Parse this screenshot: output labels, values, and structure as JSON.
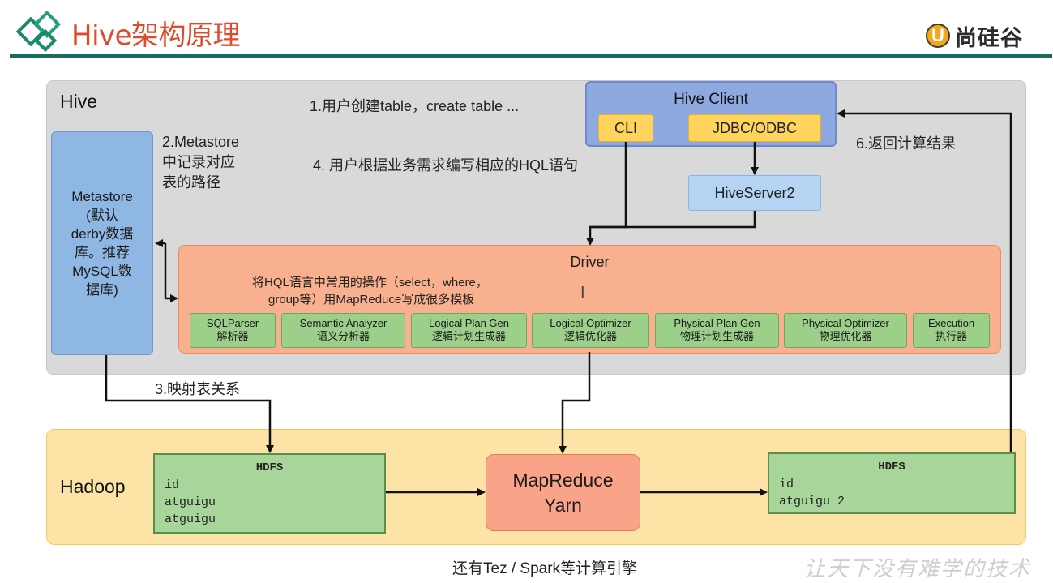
{
  "header": {
    "title": "Hive架构原理",
    "brand": "尚硅谷",
    "brand_mark": "U",
    "accent_color": "#e04a2a",
    "rule_color": "#1b6b5a"
  },
  "hive": {
    "label": "Hive",
    "metastore": {
      "lines": [
        "Metastore",
        "(默认",
        "derby数据",
        "库。推荐",
        "MySQL数",
        "据库)"
      ]
    },
    "client": {
      "title": "Hive Client",
      "cli": "CLI",
      "jdbc": "JDBC/ODBC"
    },
    "hiveserver2": "HiveServer2",
    "driver": {
      "title": "Driver",
      "desc_line1": "将HQL语言中常用的操作（select，where，",
      "desc_line2": "group等）用MapReduce写成很多模板",
      "components": [
        {
          "en": "SQLParser",
          "cn": "解析器"
        },
        {
          "en": "Semantic Analyzer",
          "cn": "语义分析器"
        },
        {
          "en": "Logical Plan Gen",
          "cn": "逻辑计划生成器"
        },
        {
          "en": "Logical Optimizer",
          "cn": "逻辑优化器"
        },
        {
          "en": "Physical Plan Gen",
          "cn": "物理计划生成器"
        },
        {
          "en": "Physical Optimizer",
          "cn": "物理优化器"
        },
        {
          "en": "Execution",
          "cn": "执行器"
        }
      ]
    }
  },
  "notes": {
    "step1": "1.用户创建table，create table ...",
    "step2_lines": [
      "2.Metastore",
      "中记录对应",
      "表的路径"
    ],
    "step3": "3.映射表关系",
    "step4": "4. 用户根据业务需求编写相应的HQL语句",
    "step6": "6.返回计算结果"
  },
  "hadoop": {
    "label": "Hadoop",
    "hdfs_in": {
      "header": "HDFS",
      "rows": [
        "id",
        "atguigu",
        "atguigu"
      ]
    },
    "mapreduce": [
      "MapReduce",
      "Yarn"
    ],
    "hdfs_out": {
      "header": "HDFS",
      "rows": [
        "id",
        "atguigu 2"
      ]
    }
  },
  "footer": {
    "engines": "还有Tez / Spark等计算引擎",
    "slogan": "让天下没有难学的技术"
  }
}
